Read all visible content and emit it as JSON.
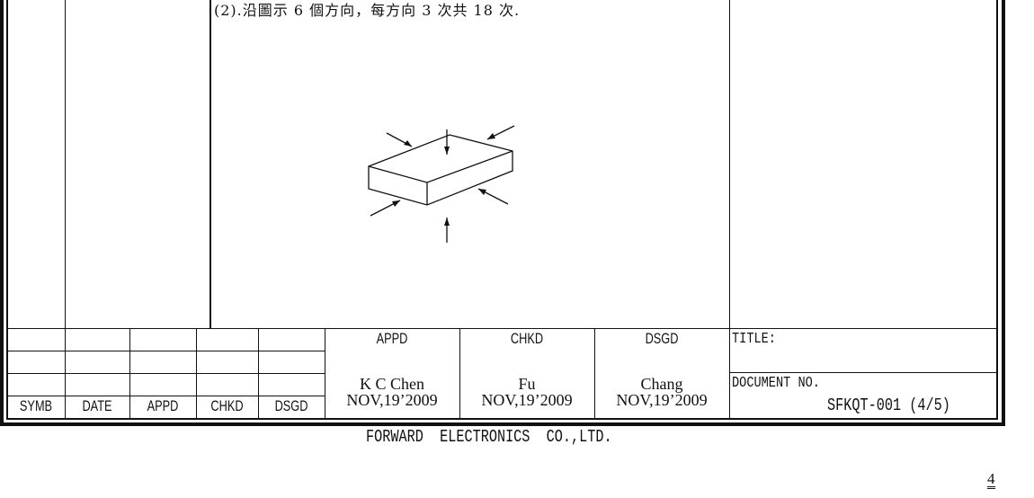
{
  "note": "(2).沿圖示 6 個方向，每方向 3 次共 18 次.",
  "revision": {
    "headers": [
      "SYMB",
      "DATE",
      "APPD",
      "CHKD",
      "DSGD"
    ]
  },
  "signoff": [
    {
      "role": "APPD",
      "name": "K C Chen",
      "date": "NOV,19’2009"
    },
    {
      "role": "CHKD",
      "name": "Fu",
      "date": "NOV,19’2009"
    },
    {
      "role": "DSGD",
      "name": "Chang",
      "date": "NOV,19’2009"
    }
  ],
  "title_label": "TITLE:",
  "doc_label": "DOCUMENT NO.",
  "doc_number": "SFKQT-001 (4/5)",
  "company": "FORWARD  ELECTRONICS  CO.,LTD.",
  "page_number": "4"
}
